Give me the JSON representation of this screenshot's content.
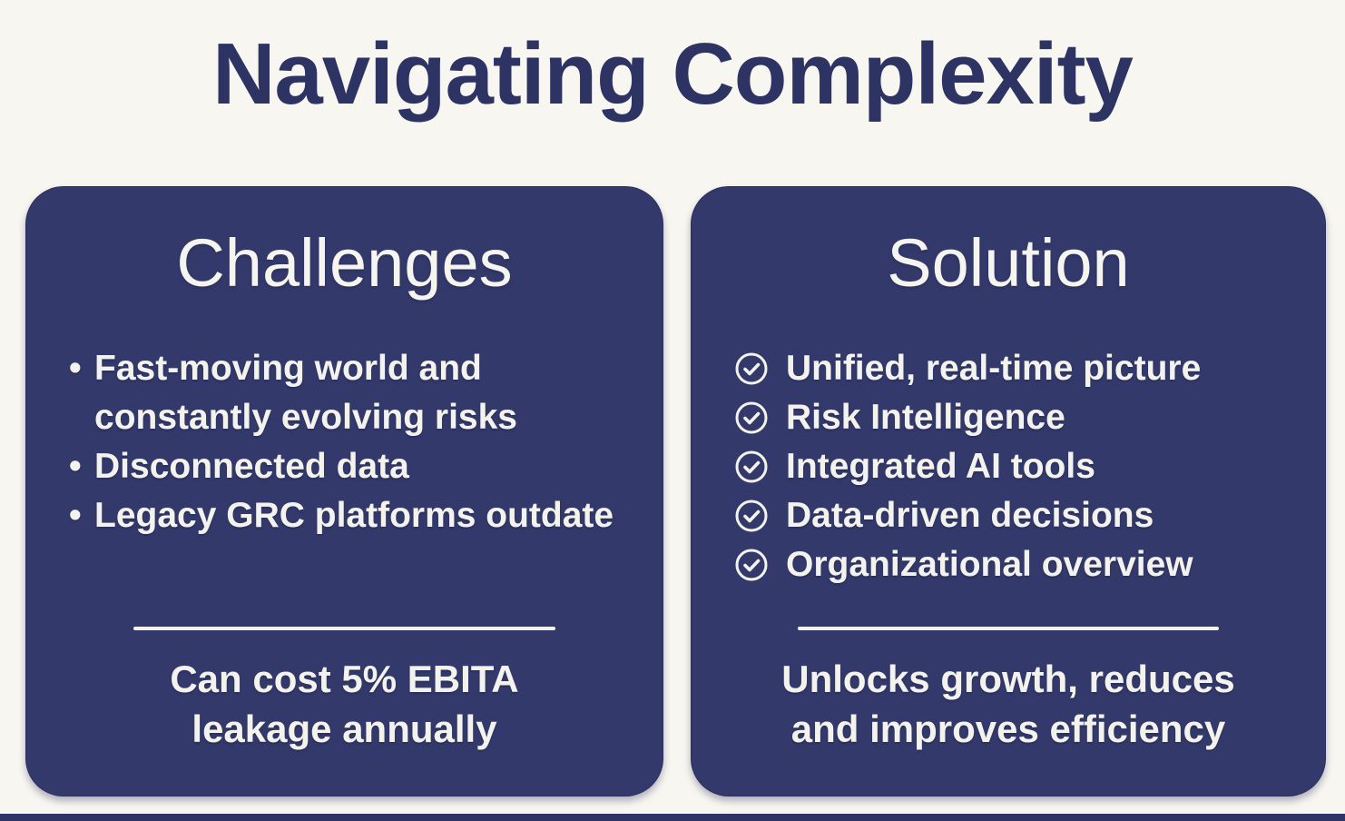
{
  "title": "Navigating Complexity",
  "colors": {
    "background": "#f8f6f0",
    "panel": "#333a6b",
    "title_text": "#2d3362",
    "panel_text": "#f4f2ed",
    "bottom_strip": "#2e3566"
  },
  "challenges": {
    "heading": "Challenges",
    "bullet_icon": "bullet-dot",
    "bullet_glyph": "•",
    "bullets": [
      "Fast-moving world and constantly evolving risks",
      "Disconnected data",
      "Legacy GRC platforms outdate"
    ],
    "footer_lines": [
      "Can cost 5% EBITA",
      "leakage annually"
    ]
  },
  "solution": {
    "heading": "Solution",
    "item_icon": "check-circle-icon",
    "items": [
      "Unified, real-time picture",
      "Risk Intelligence",
      "Integrated AI tools",
      "Data-driven decisions",
      "Organizational overview"
    ],
    "footer_lines": [
      "Unlocks growth, reduces",
      "and improves efficiency"
    ]
  }
}
